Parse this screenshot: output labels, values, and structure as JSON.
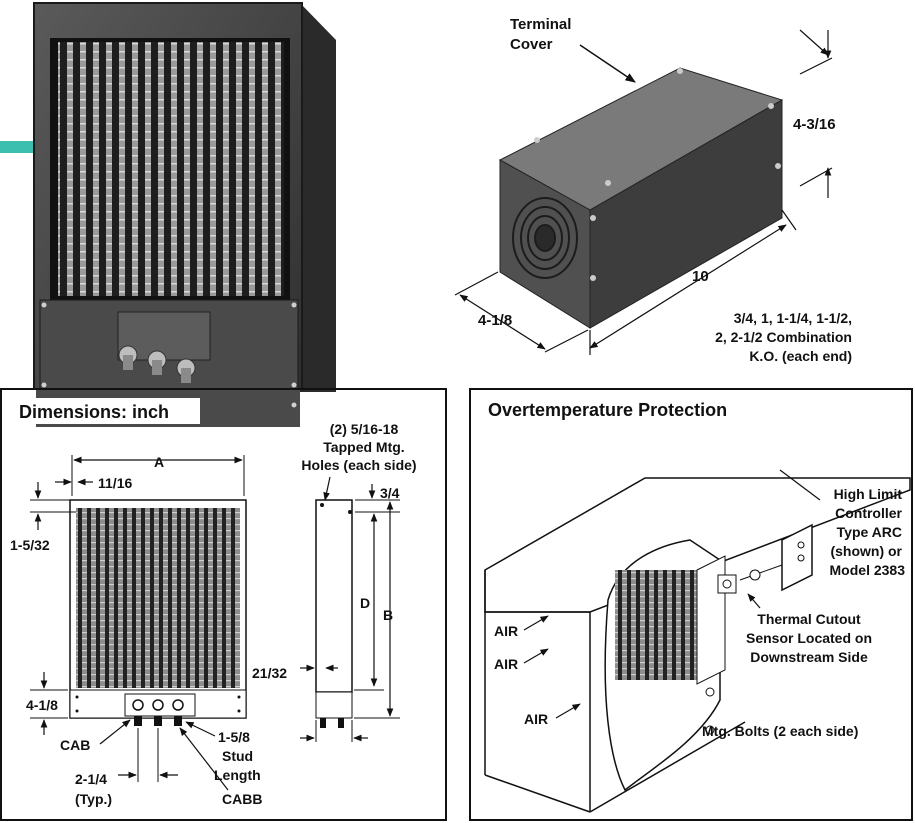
{
  "terminal_box": {
    "terminal_cover_label": [
      "Terminal",
      "Cover"
    ],
    "height_dim": "4-3/16",
    "length_dim": "10",
    "depth_dim": "4-1/8",
    "knockout_note": [
      "3/4, 1, 1-1/4, 1-1/2,",
      "2, 2-1/2 Combination",
      "K.O. (each end)"
    ]
  },
  "dimensions_panel": {
    "title": "Dimensions: inch",
    "dim_A": "A",
    "dim_11_16": "11/16",
    "dim_1_5_32": "1-5/32",
    "dim_4_1_8": "4-1/8",
    "label_CAB": "CAB",
    "dim_2_1_4": [
      "2-1/4",
      "(Typ.)"
    ],
    "label_CABB": "CABB",
    "stud_note": [
      "1-5/8",
      "Stud",
      "Length"
    ],
    "tapped_holes_note": [
      "(2) 5/16-18",
      "Tapped Mtg.",
      "Holes (each side)"
    ],
    "dim_3_4": "3/4",
    "dim_D": "D",
    "dim_B": "B",
    "dim_21_32": "21/32"
  },
  "overtemp_panel": {
    "title": "Overtemperature Protection",
    "controller_note": [
      "High Limit",
      "Controller",
      "Type ARC",
      "(shown) or",
      "Model 2383"
    ],
    "sensor_note": [
      "Thermal  Cutout",
      "Sensor Located on",
      "Downstream Side"
    ],
    "air_labels": [
      "AIR",
      "AIR",
      "AIR"
    ],
    "bolts_note": "Mtg. Bolts (2 each side)"
  },
  "colors": {
    "accent_teal": "#3cbfae",
    "steel_dark": "#3a3a3a",
    "steel_mid": "#6a6a6a"
  }
}
